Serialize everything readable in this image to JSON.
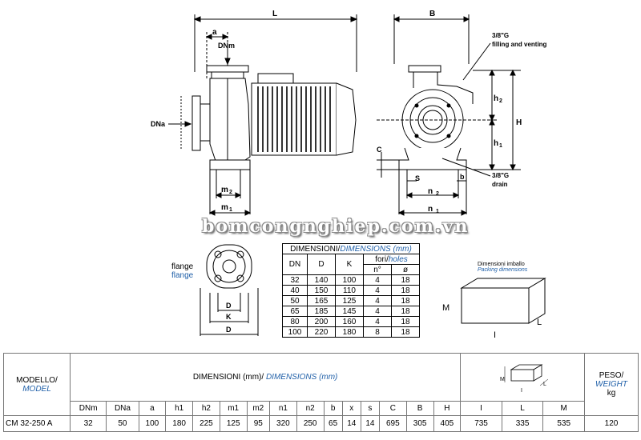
{
  "drawing": {
    "side_labels": {
      "L": "L",
      "a": "a",
      "DNm": "DNm",
      "DNa": "DNa",
      "m2": "m",
      "m2_sub": "2",
      "m1": "m",
      "m1_sub": "1"
    },
    "front_labels": {
      "B": "B",
      "h2": "h",
      "h2_sub": "2",
      "h1": "h",
      "h1_sub": "1",
      "H": "H",
      "C": "C",
      "S": "S",
      "b": "b",
      "n2": "n",
      "n2_sub": "2",
      "n1": "n",
      "n1_sub": "1"
    },
    "fill_note_1": "3/8\"G",
    "fill_note_2": "filling and venting",
    "drain_note_1": "3/8\"G",
    "drain_note_2": "drain"
  },
  "watermark": "bomcongnghiep.com.vn",
  "flange": {
    "label": "flange",
    "label_en": "flange",
    "dim_K": "K",
    "dim_D_inner": "D",
    "dim_D_outer": "D"
  },
  "flange_table": {
    "title": "DIMENSIONI/",
    "title_en": "DIMENSIONS (mm)",
    "col_DN": "DN",
    "col_D": "D",
    "col_K": "K",
    "holes_it": "fori/",
    "holes_en": "holes",
    "sub_n": "n°",
    "sub_o": "ø",
    "rows": [
      [
        "32",
        "140",
        "100",
        "4",
        "18"
      ],
      [
        "40",
        "150",
        "110",
        "4",
        "18"
      ],
      [
        "50",
        "165",
        "125",
        "4",
        "18"
      ],
      [
        "65",
        "185",
        "145",
        "4",
        "18"
      ],
      [
        "80",
        "200",
        "160",
        "4",
        "18"
      ],
      [
        "100",
        "220",
        "180",
        "8",
        "18"
      ]
    ]
  },
  "packing": {
    "title_it": "Dimensioni imballo",
    "title_en": "Packing dimensions",
    "M": "M",
    "L": "L",
    "I": "I"
  },
  "main_table": {
    "model_it": "MODELLO/",
    "model_en": "MODEL",
    "dims_it": "DIMENSIONI (mm)/ ",
    "dims_en": "DIMENSIONS (mm)",
    "mini_M": "M",
    "mini_L": "L",
    "mini_I": "I",
    "weight_it": "PESO/",
    "weight_en": "WEIGHT",
    "weight_unit": "kg",
    "headers": [
      "DNm",
      "DNa",
      "a",
      "h1",
      "h2",
      "m1",
      "m2",
      "n1",
      "n2",
      "b",
      "x",
      "s",
      "C",
      "B",
      "H",
      "I",
      "L",
      "M"
    ],
    "model": "CM 32-250 A",
    "values": [
      "32",
      "50",
      "100",
      "180",
      "225",
      "125",
      "95",
      "320",
      "250",
      "65",
      "14",
      "14",
      "695",
      "305",
      "405",
      "735",
      "335",
      "535"
    ],
    "weight": "120"
  }
}
